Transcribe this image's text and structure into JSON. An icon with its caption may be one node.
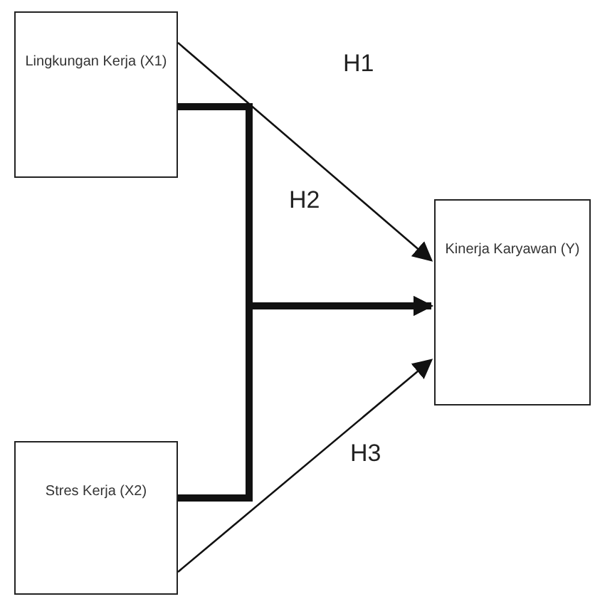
{
  "diagram": {
    "nodes": [
      {
        "text": [
          "Lingkungan Kerja (X1)"
        ]
      },
      {
        "text": [
          "Stres Kerja (X2)"
        ]
      },
      {
        "text": [
          "Kinerja Karyawan (Y)"
        ]
      }
    ],
    "edges": [
      {
        "from": 0,
        "to": 2,
        "arrow": "to",
        "label": "H1"
      },
      {
        "from": 0,
        "to": 2,
        "arrow": "to",
        "style": "thick",
        "label": "H2"
      },
      {
        "from": 1,
        "to": 2,
        "arrow": "to",
        "style": "thick"
      },
      {
        "from": 1,
        "to": 2,
        "arrow": "to",
        "label": "H3"
      }
    ]
  }
}
